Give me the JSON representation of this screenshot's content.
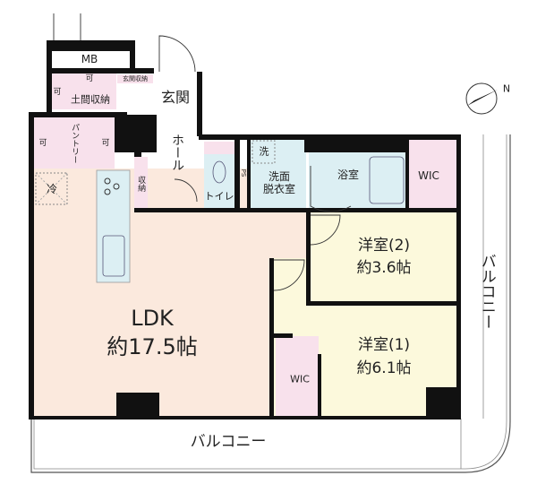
{
  "floor_plan": {
    "colors": {
      "ldk": "#fbe9dd",
      "bedroom": "#fcf9dc",
      "wet_area": "#dceff3",
      "storage": "#f8e1ec",
      "wall": "#111111"
    },
    "rooms": {
      "mb": "MB",
      "entrance": "玄関",
      "entrance_storage": "玄関収納",
      "doma_storage": "土間収納",
      "movable_1": "可",
      "movable_2": "可",
      "movable_3": "可",
      "movable_4": "可",
      "pantry": "パントリー",
      "hall": "ホール",
      "closet": "収納",
      "fridge": "冷",
      "toilet": "トイレ",
      "ps": "PS",
      "washer": "洗",
      "washroom": "洗面\n脱衣室",
      "bathroom": "浴室",
      "wic_1": "WIC",
      "wic_2": "WIC",
      "western_2_name": "洋室(2)",
      "western_2_size": "約3.6帖",
      "western_1_name": "洋室(1)",
      "western_1_size": "約6.1帖",
      "ldk_name": "LDK",
      "ldk_size": "約17.5帖",
      "balcony_bottom": "バルコニー",
      "balcony_right": "バルコニー"
    },
    "compass": {
      "label": "N",
      "icon": "compass-north-icon"
    }
  }
}
